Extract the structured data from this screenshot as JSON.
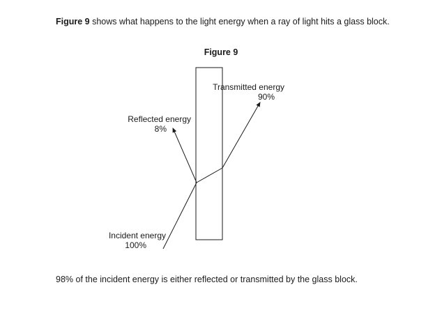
{
  "intro": {
    "figure_ref": "Figure 9",
    "text": " shows what happens to the light energy when a ray of light hits a glass block."
  },
  "figure": {
    "title": "Figure 9",
    "transmitted": {
      "label": "Transmitted energy",
      "value": "90%"
    },
    "reflected": {
      "label": "Reflected energy",
      "value": "8%"
    },
    "incident": {
      "label": "Incident energy",
      "value": "100%"
    }
  },
  "outro": "98% of the incident energy is either reflected or transmitted by the glass block."
}
